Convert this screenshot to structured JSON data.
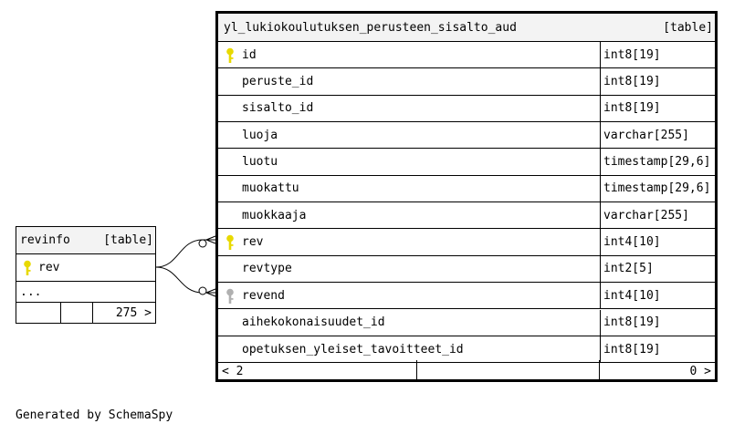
{
  "main_table": {
    "name": "yl_lukiokoulutuksen_perusteen_sisalto_aud",
    "kind": "[table]",
    "columns": [
      {
        "name": "id",
        "type": "int8[19]",
        "key": "primary"
      },
      {
        "name": "peruste_id",
        "type": "int8[19]",
        "key": ""
      },
      {
        "name": "sisalto_id",
        "type": "int8[19]",
        "key": ""
      },
      {
        "name": "luoja",
        "type": "varchar[255]",
        "key": ""
      },
      {
        "name": "luotu",
        "type": "timestamp[29,6]",
        "key": ""
      },
      {
        "name": "muokattu",
        "type": "timestamp[29,6]",
        "key": ""
      },
      {
        "name": "muokkaaja",
        "type": "varchar[255]",
        "key": ""
      },
      {
        "name": "rev",
        "type": "int4[10]",
        "key": "primary"
      },
      {
        "name": "revtype",
        "type": "int2[5]",
        "key": ""
      },
      {
        "name": "revend",
        "type": "int4[10]",
        "key": "foreign"
      },
      {
        "name": "aihekokonaisuudet_id",
        "type": "int8[19]",
        "key": ""
      },
      {
        "name": "opetuksen_yleiset_tavoitteet_id",
        "type": "int8[19]",
        "key": ""
      }
    ],
    "footer": {
      "parents": "< 2",
      "rows": "",
      "children": "0 >"
    }
  },
  "side_table": {
    "name": "revinfo",
    "kind": "[table]",
    "columns": [
      {
        "name": "rev",
        "key": "primary"
      }
    ],
    "more": "...",
    "footer": {
      "parents": "",
      "rows": "",
      "children": "275 >"
    }
  },
  "generated_by": "Generated by SchemaSpy",
  "colors": {
    "primary_key": "#e8d900",
    "foreign_key": "#b0b0b0",
    "header_bg": "#f3f3f3"
  }
}
